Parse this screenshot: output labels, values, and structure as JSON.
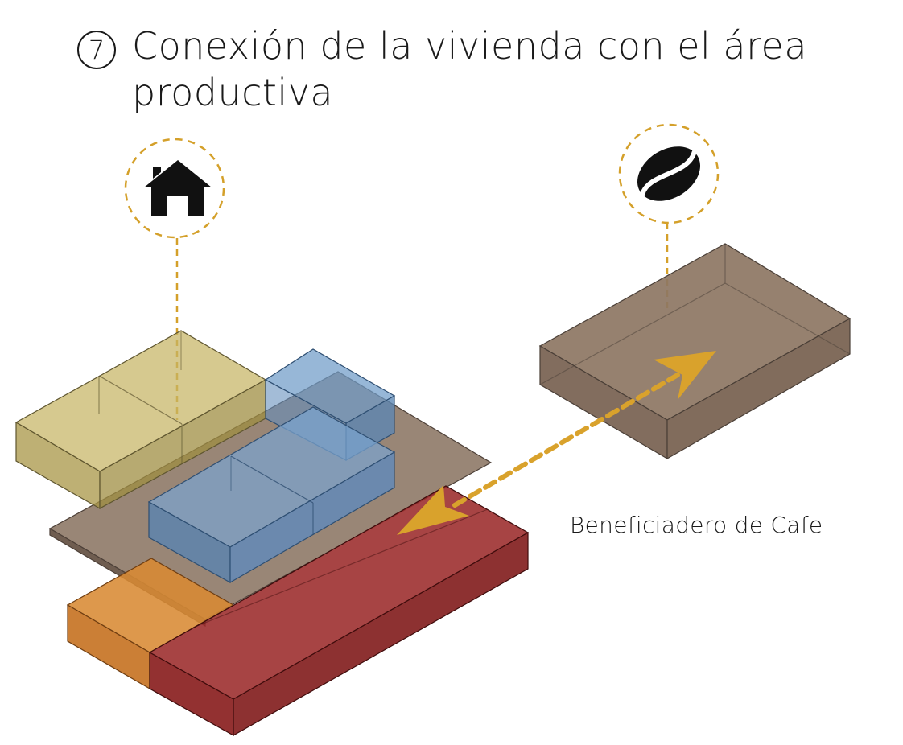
{
  "title": {
    "step_number": "7",
    "text": "Conexión de la vivienda con el área productiva"
  },
  "caption": "Beneficiadero de Cafe",
  "icons": {
    "house": "house-icon",
    "coffee": "coffee-bean-icon"
  },
  "colors": {
    "leader_line": "#d4a02a",
    "connection_arrow": "#d9a22c",
    "base_slab": "#8b7563",
    "yellow_volume": "#b7a553",
    "blue_volume": "#5f8fbf",
    "orange_volume": "#d57f27",
    "red_volume": "#8e1f1f",
    "coffee_volume": "#8d7663"
  }
}
